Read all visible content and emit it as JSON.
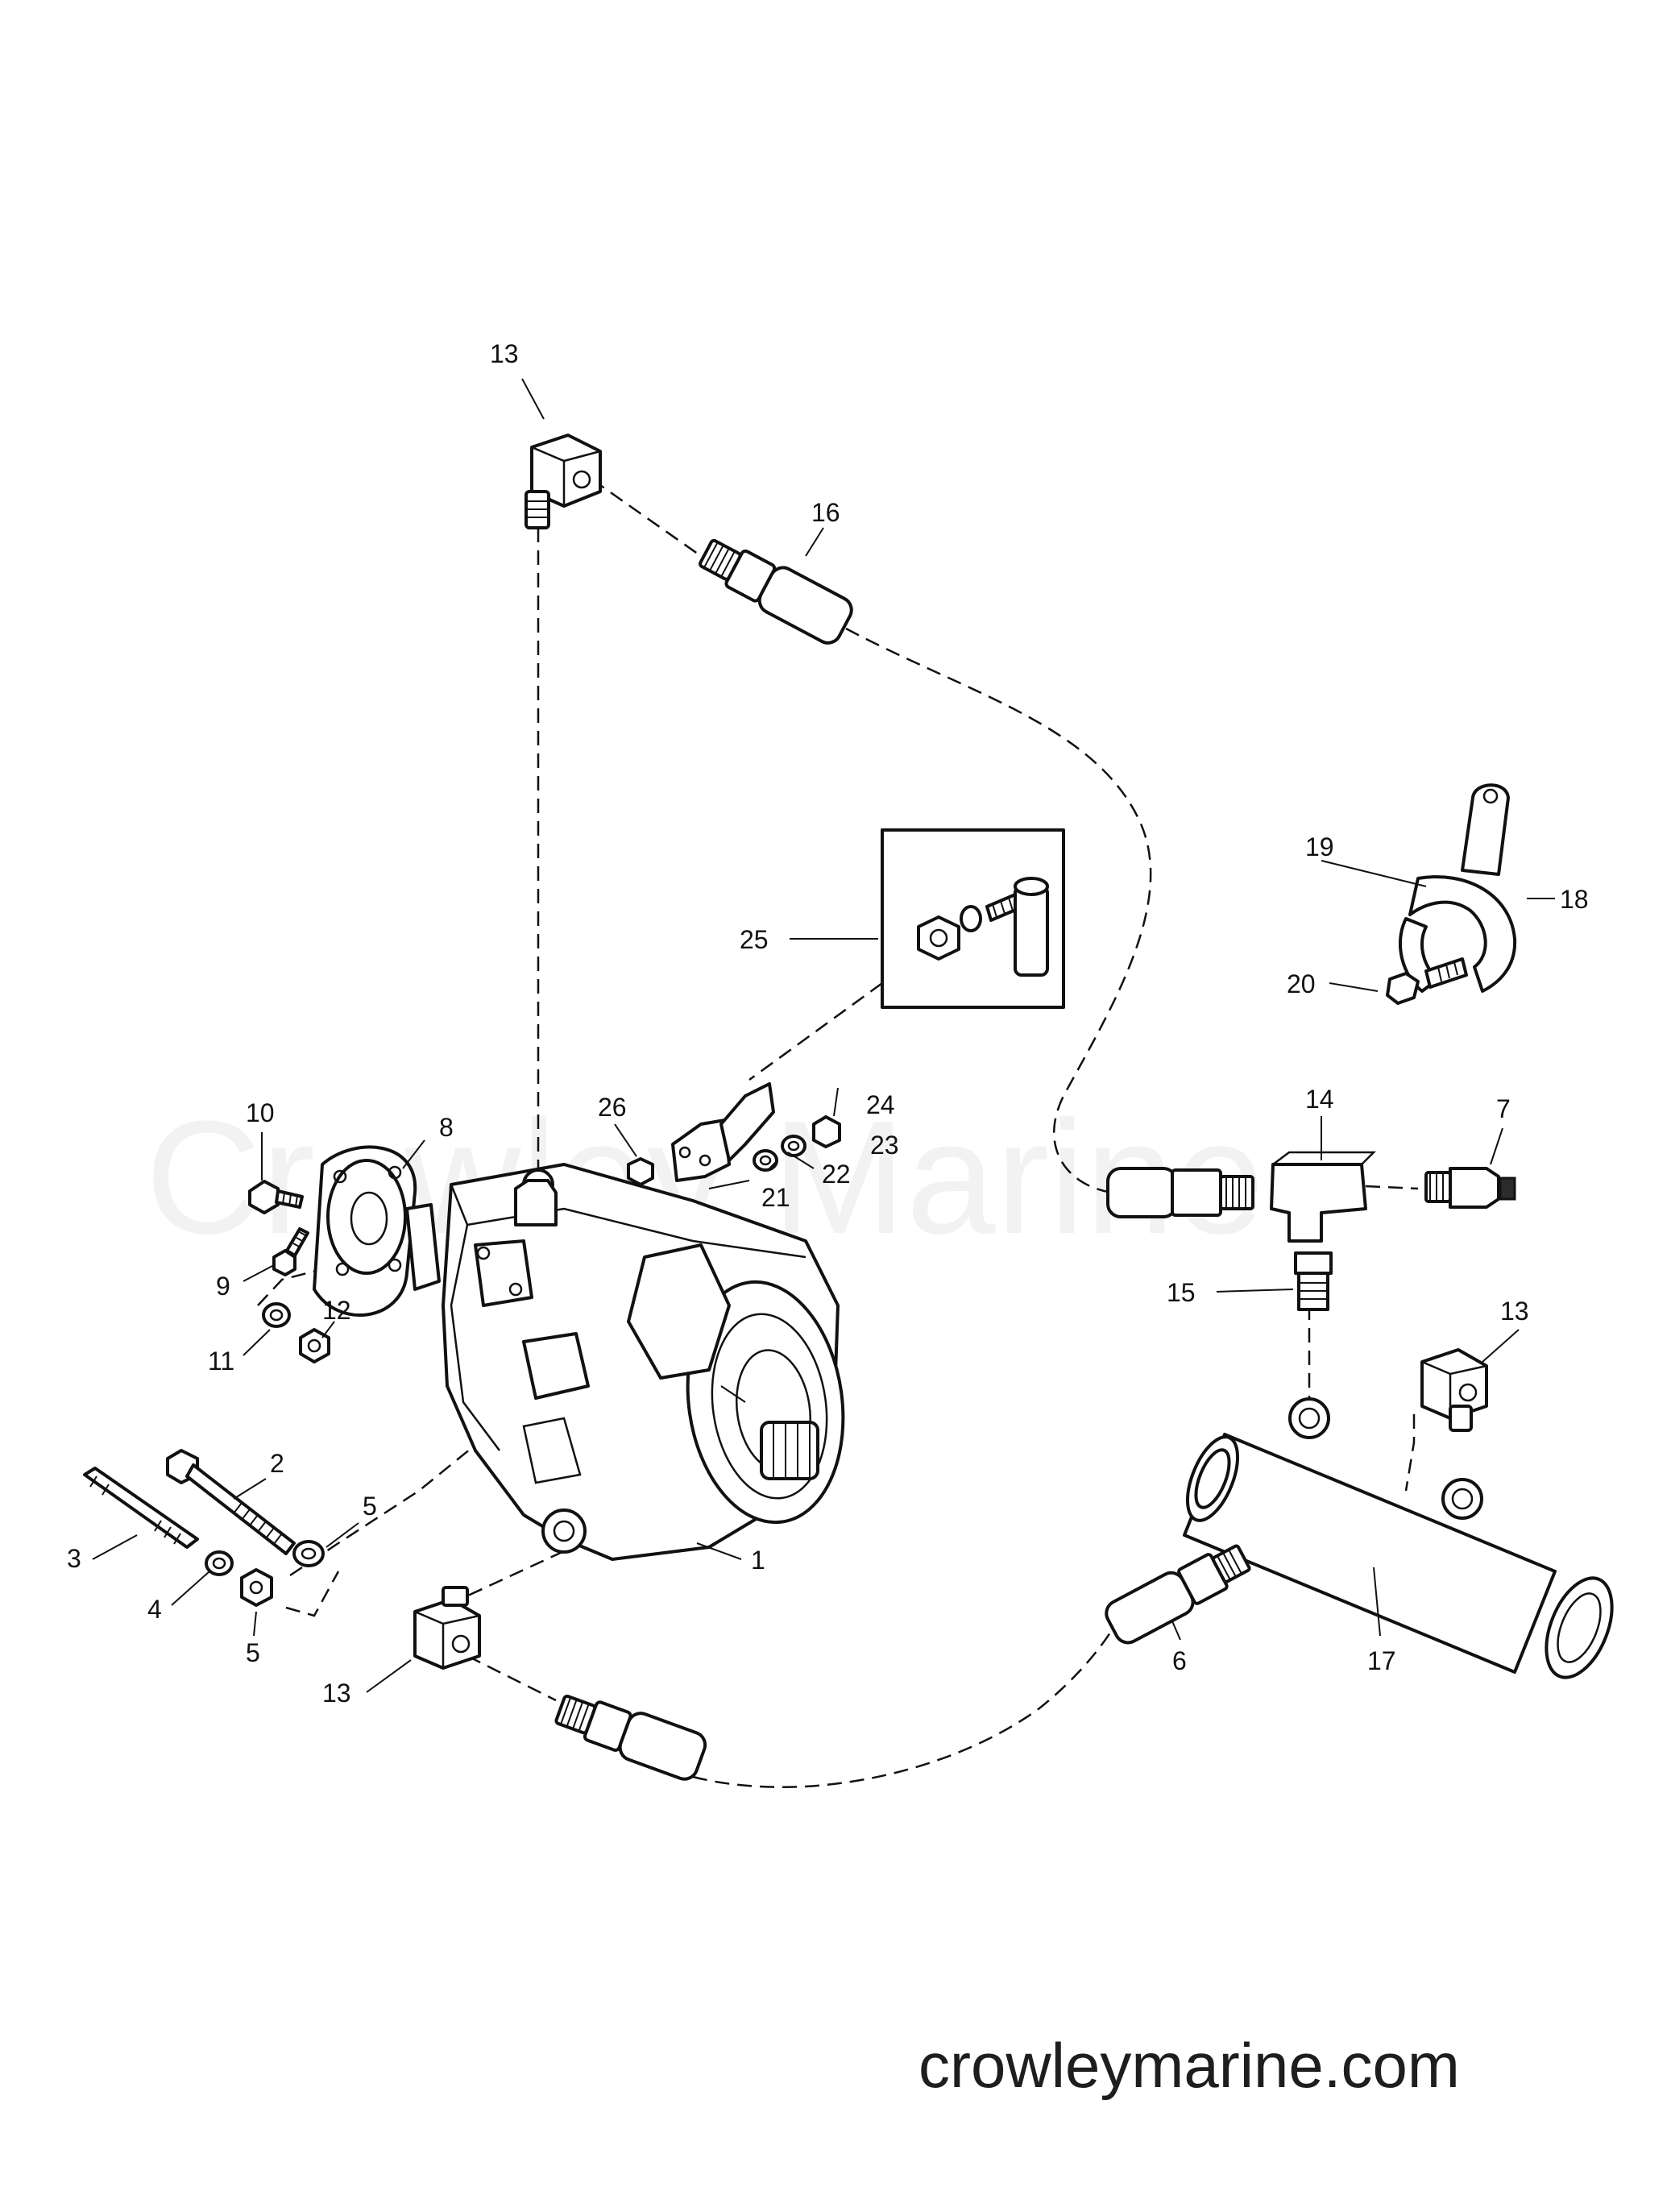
{
  "watermark": "Crowley Marine",
  "footer": "crowleymarine.com",
  "callouts": {
    "c1": "1",
    "c2": "2",
    "c3": "3",
    "c4": "4",
    "c5a": "5",
    "c5b": "5",
    "c6": "6",
    "c7": "7",
    "c8": "8",
    "c9": "9",
    "c10": "10",
    "c11": "11",
    "c12": "12",
    "c13a": "13",
    "c13b": "13",
    "c13c": "13",
    "c14": "14",
    "c15": "15",
    "c16": "16",
    "c17": "17",
    "c18": "18",
    "c19": "19",
    "c20": "20",
    "c21": "21",
    "c22": "22",
    "c23": "23",
    "c24": "24",
    "c25": "25",
    "c26": "26"
  }
}
